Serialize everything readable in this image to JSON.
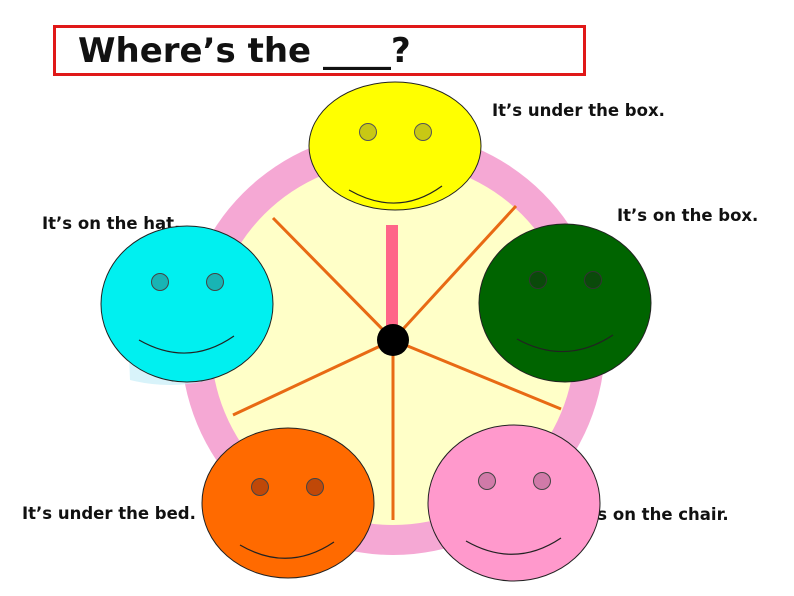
{
  "title": "Where’s the ____?",
  "captions": {
    "top": "It’s under the box.",
    "right": "It’s on the box.",
    "left": "It’s on the hat.",
    "bottom_left": "It’s under the bed.",
    "bottom_right": "It’s on the chair."
  },
  "faces": {
    "top": {
      "color": "#ffff00",
      "eye_color": "#c8c814"
    },
    "right": {
      "color": "#006400",
      "eye_color": "#0a4a0a"
    },
    "left": {
      "color": "#00f0f0",
      "eye_color": "#18b4b4"
    },
    "bottom_left": {
      "color": "#ff6a00",
      "eye_color": "#c04808"
    },
    "bottom_right": {
      "color": "#ff99cc",
      "eye_color": "#d07aa8"
    }
  },
  "colors": {
    "wheel_outer": "#f5a8d4",
    "wheel_inner": "#ffffc8",
    "spokes": "#e86a14",
    "pointer": "#ff6688",
    "hub": "#000000",
    "title_border": "#e01818"
  }
}
